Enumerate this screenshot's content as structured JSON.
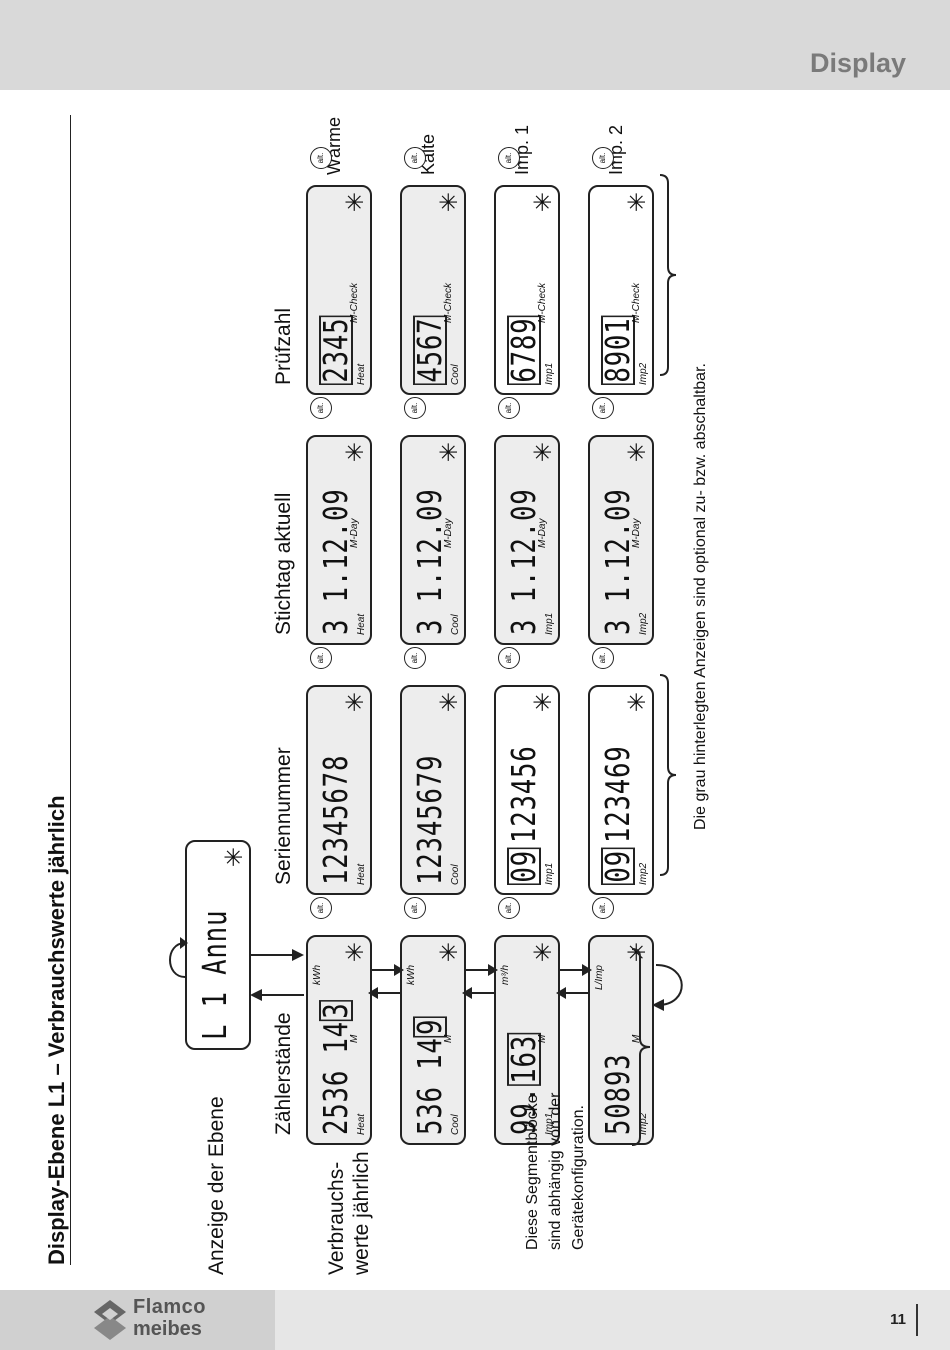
{
  "header": {
    "title": "Display"
  },
  "footer": {
    "brand_line1": "Flamco",
    "brand_line2": "meibes",
    "page_number": "11"
  },
  "page": {
    "title": "Display-Ebene L1 – Verbrauchswerte jährlich",
    "left_labels": {
      "level_display": "Anzeige der Ebene",
      "row_label_line1": "Verbrauchs-",
      "row_label_line2": "werte jährlich"
    },
    "level_lcd": {
      "digits": "L 1   Annu"
    },
    "columns": [
      "Zählerstände",
      "Seriennummer",
      "Stichtag aktuell",
      "Prüfzahl"
    ],
    "rows": [
      {
        "name": "Wärme",
        "cells": [
          {
            "digits": "2536 14",
            "boxed": "3",
            "unit": "kWh",
            "m": "M",
            "tag": "Heat"
          },
          {
            "digits": "12345678",
            "unit": "",
            "m": "",
            "tag": "Heat"
          },
          {
            "digits": "3 1.12.09",
            "unit": "",
            "m": "M-Day",
            "tag": "Heat"
          },
          {
            "digits": "",
            "boxed": "2345",
            "unit": "",
            "m": "M-Check",
            "tag": "Heat"
          }
        ]
      },
      {
        "name": "Kälte",
        "cells": [
          {
            "digits": "536 14",
            "boxed": "9",
            "unit": "kWh",
            "m": "M",
            "tag": "Cool"
          },
          {
            "digits": "12345679",
            "unit": "",
            "m": "",
            "tag": "Cool"
          },
          {
            "digits": "3 1.12.09",
            "unit": "",
            "m": "M-Day",
            "tag": "Cool"
          },
          {
            "digits": "",
            "boxed": "4567",
            "unit": "",
            "m": "M-Check",
            "tag": "Cool"
          }
        ]
      },
      {
        "name": "Imp. 1",
        "cells": [
          {
            "digits": "99.",
            "boxed": "163",
            "unit": "m³/h",
            "m": "M",
            "tag": "Imp1"
          },
          {
            "digits": "123456",
            "boxed": "09",
            "unit": "",
            "m": "",
            "tag": "Imp1"
          },
          {
            "digits": "3 1.12.09",
            "unit": "",
            "m": "M-Day",
            "tag": "Imp1"
          },
          {
            "digits": "",
            "boxed": "6789",
            "unit": "",
            "m": "M-Check",
            "tag": "Imp1"
          }
        ]
      },
      {
        "name": "Imp. 2",
        "cells": [
          {
            "digits": "50893",
            "unit": "L/Imp",
            "m": "M",
            "tag": "Imp2"
          },
          {
            "digits": "123469",
            "boxed": "09",
            "unit": "",
            "m": "",
            "tag": "Imp2"
          },
          {
            "digits": "3 1.12.09",
            "unit": "",
            "m": "M-Day",
            "tag": "Imp2"
          },
          {
            "digits": "",
            "boxed": "8901",
            "unit": "",
            "m": "M-Check",
            "tag": "Imp2"
          }
        ]
      }
    ],
    "alt_button_label": "alt.",
    "note_config_lines": [
      "Diese Segmentblöcke",
      "sind abhängig von der",
      "Gerätekonfiguration."
    ],
    "note_optional": "Die grau hinterlegten Anzeigen sind optional zu- bzw. abschaltbar.",
    "colors": {
      "lcd_grey": "#ededed",
      "lcd_white": "#ffffff",
      "header_grey": "#d9d9d9"
    }
  }
}
